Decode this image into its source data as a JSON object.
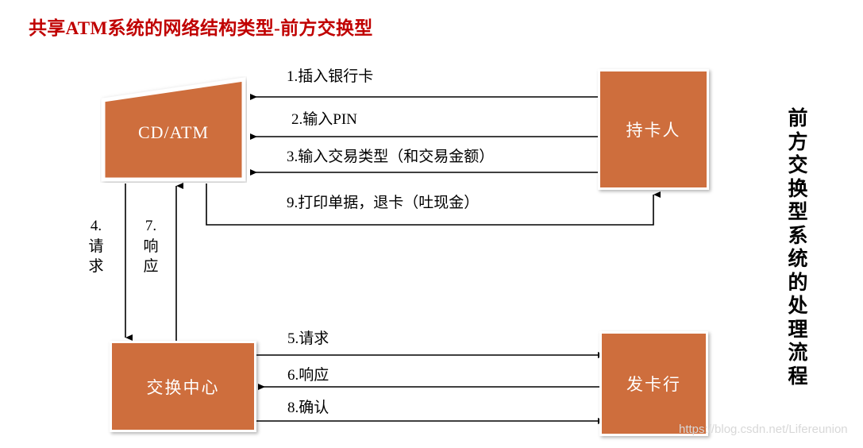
{
  "title": "共享ATM系统的网络结构类型-前方交换型",
  "nodes": {
    "cdatm": "CD/ATM",
    "cardholder": "持卡人",
    "switch": "交换中心",
    "issuer": "发卡行"
  },
  "edges": {
    "e1": "1.插入银行卡",
    "e2": "2.输入PIN",
    "e3": "3.输入交易类型（和交易金额）",
    "e9": "9.打印单据，退卡（吐现金）",
    "e4_num": "4.",
    "e4_c1": "请",
    "e4_c2": "求",
    "e7_num": "7.",
    "e7_c1": "响",
    "e7_c2": "应",
    "e5": "5.请求",
    "e6": "6.响应",
    "e8": "8.确认"
  },
  "side_caption": {
    "c1": "前",
    "c2": "方",
    "c3": "交",
    "c4": "换",
    "c5": "型",
    "c6": "系",
    "c7": "统",
    "c8": "的",
    "c9": "处",
    "c10": "理",
    "c11": "流",
    "c12": "程"
  },
  "watermark": "https://blog.csdn.net/Lifereunion",
  "colors": {
    "node_fill": "#CE6E3D",
    "title": "#C00000",
    "line": "#000000",
    "node_text": "#FFFFFF"
  }
}
